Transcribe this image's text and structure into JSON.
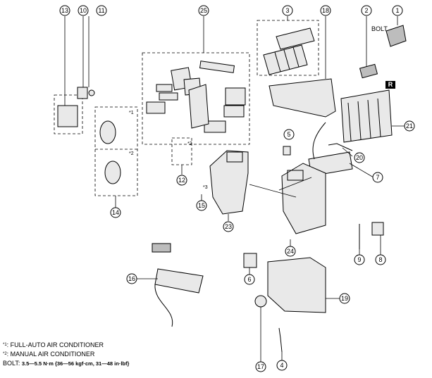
{
  "callouts": [
    {
      "id": "c1",
      "label": "1"
    },
    {
      "id": "c2",
      "label": "2"
    },
    {
      "id": "c3",
      "label": "3"
    },
    {
      "id": "c4",
      "label": "4"
    },
    {
      "id": "c5",
      "label": "5"
    },
    {
      "id": "c6",
      "label": "6"
    },
    {
      "id": "c7",
      "label": "7"
    },
    {
      "id": "c8",
      "label": "8"
    },
    {
      "id": "c9",
      "label": "9"
    },
    {
      "id": "c10",
      "label": "10"
    },
    {
      "id": "c11",
      "label": "11"
    },
    {
      "id": "c12",
      "label": "12"
    },
    {
      "id": "c13",
      "label": "13"
    },
    {
      "id": "c14",
      "label": "14"
    },
    {
      "id": "c15",
      "label": "15"
    },
    {
      "id": "c16",
      "label": "16"
    },
    {
      "id": "c17",
      "label": "17"
    },
    {
      "id": "c18",
      "label": "18"
    },
    {
      "id": "c19",
      "label": "19"
    },
    {
      "id": "c20",
      "label": "20"
    },
    {
      "id": "c21",
      "label": "21"
    },
    {
      "id": "c23",
      "label": "23"
    },
    {
      "id": "c24",
      "label": "24"
    },
    {
      "id": "c25",
      "label": "25"
    }
  ],
  "inline_labels": {
    "bolt": "BOLT",
    "r_badge": "R",
    "star1": "*1",
    "star2": "*2",
    "star2b": "*2",
    "star3": "*3"
  },
  "notes": {
    "note1_mark": "*1",
    "note1_text": ": FULL-AUTO AIR CONDITIONER",
    "note2_mark": "*2",
    "note2_text": ": MANUAL AIR CONDITIONER",
    "bolt_prefix": "BOLT: ",
    "bolt_torque": "3.5—5.5 N·m {36—56 kgf·cm, 31—48 in·lbf}"
  }
}
